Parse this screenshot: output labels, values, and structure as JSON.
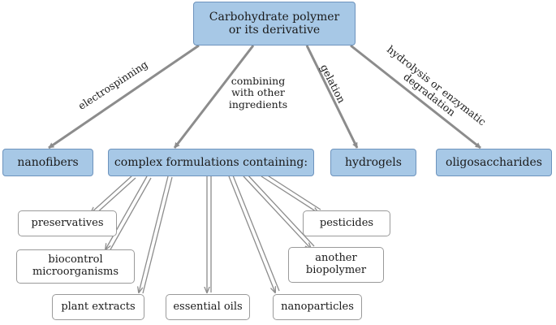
{
  "diagram": {
    "root": {
      "label": "Carbohydrate polymer or its derivative"
    },
    "children": [
      {
        "id": "nanofibers",
        "label": "nanofibers",
        "edge_label": "electrospinning"
      },
      {
        "id": "complex",
        "label": "complex formulations containing:",
        "edge_label": "combining with other ingredients"
      },
      {
        "id": "hydrogels",
        "label": "hydrogels",
        "edge_label": "gelation"
      },
      {
        "id": "oligosaccharides",
        "label": "oligosaccharides",
        "edge_label": "hydrolysis or enzymatic degradation"
      }
    ],
    "ingredients": [
      {
        "id": "preservatives",
        "label": "preservatives"
      },
      {
        "id": "biocontrol",
        "label": "biocontrol microorganisms"
      },
      {
        "id": "plant-extracts",
        "label": "plant extracts"
      },
      {
        "id": "essential-oils",
        "label": "essential oils"
      },
      {
        "id": "nanoparticles",
        "label": "nanoparticles"
      },
      {
        "id": "another-biopolymer",
        "label": "another biopolymer"
      },
      {
        "id": "pesticides",
        "label": "pesticides"
      }
    ],
    "colors": {
      "blue_fill": "#a7c8e6",
      "blue_border": "#6d93bd",
      "arrow": "#8c8c8c"
    }
  }
}
